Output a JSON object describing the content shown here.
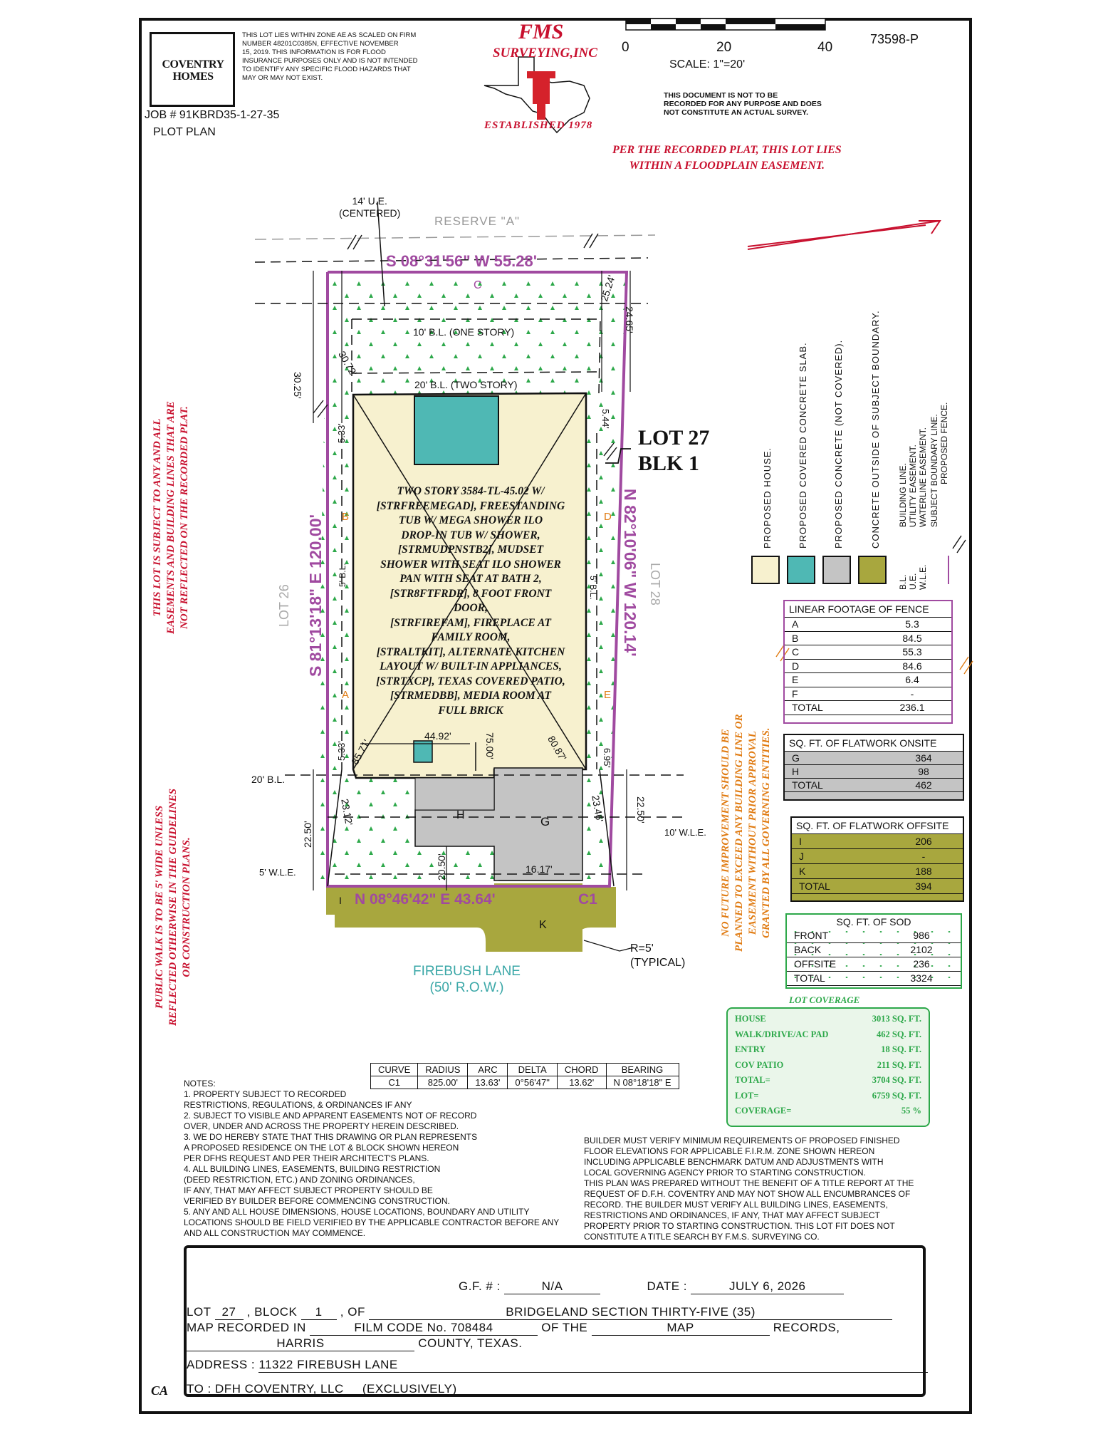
{
  "header": {
    "company_logo": "COVENTRY HOMES",
    "flood_note": [
      "THIS LOT LIES WITHIN ZONE AE AS SCALED ON FIRM",
      "NUMBER 48201C0385N, EFFECTIVE NOVEMBER",
      "15, 2019. THIS INFORMATION IS FOR FLOOD",
      "INSURANCE PURPOSES ONLY AND IS NOT INTENDED",
      "TO IDENTIFY ANY SPECIFIC FLOOD HAZARDS THAT",
      "MAY OR MAY NOT EXIST."
    ],
    "job_number": "JOB # 91KBRD35-1-27-35",
    "plan_title": "PLOT PLAN",
    "surveyor_name": "FMS",
    "surveyor_sub": "SURVEYING,INC",
    "established": "ESTABLISHED 1978",
    "scale_ticks": [
      "0",
      "20",
      "40"
    ],
    "scale_label": "SCALE:  1\"=20'",
    "doc_number": "73598-P",
    "not_recorded_note": [
      "THIS DOCUMENT IS NOT TO BE",
      "RECORDED FOR ANY PURPOSE AND DOES",
      "NOT CONSTITUTE AN ACTUAL SURVEY."
    ],
    "floodplain_note": [
      "PER THE RECORDED PLAT, THIS LOT LIES",
      "WITHIN A FLOODPLAIN EASEMENT."
    ]
  },
  "plan": {
    "ue_label": [
      "14' U.E.",
      "(CENTERED)"
    ],
    "reserve": "RESERVE \"A\"",
    "top_bearing": "S 08°31'56\" W  55.28'",
    "bottom_bearing": "N 08°46'42\" E  43.64'",
    "left_bearing": "S 81°13'18\" E  120.00'",
    "right_bearing": "N 82°10'06\" W  120.14'",
    "bl_one_story": "10' B.L. (ONE STORY)",
    "bl_two_story": "20' B.L. (TWO STORY)",
    "lot_label": "LOT  27",
    "blk_label": "BLK  1",
    "lot_left": "LOT    26",
    "lot_right": "LOT    28",
    "house_description": [
      "TWO STORY 3584-TL-45.02 W/",
      "[STRFREEMEGAD], FREESTANDING",
      "TUB W/ MEGA SHOWER ILO",
      "DROP-IN TUB W/ SHOWER,",
      "[STRMUDPNSTB2], MUDSET",
      "SHOWER WITH SEAT ILO SHOWER",
      "PAN WITH SEAT AT BATH 2,",
      "[STR8FTFRDR], 8 FOOT FRONT",
      "DOOR,",
      "[STRFIREFAM], FIREPLACE AT",
      "FAMILY ROOM,",
      "[STRALTKIT], ALTERNATE KITCHEN",
      "LAYOUT W/ BUILT-IN APPLIANCES,",
      "[STRTXCP], TEXAS COVERED PATIO,",
      "[STRMEDBB], MEDIA ROOM AT",
      "FULL BRICK"
    ],
    "dims": {
      "d3025": "30.25'",
      "d3072": "30.72'",
      "d2524": "25.24'",
      "d2465": "24.65'",
      "d533a": "5.33'",
      "d544": "5.44'",
      "d533b": "5.33'",
      "d695": "6.95'",
      "d4492": "44.92'",
      "d7500": "75.00'",
      "d8571": "85.71'",
      "d8087": "80.87'",
      "d2312": "23.12'",
      "d2346": "23.46'",
      "d2250a": "22.50'",
      "d2250b": "22.50'",
      "d2050": "20.50'",
      "d1617": "16.17'",
      "bl5a": "5' B.L.",
      "bl5b": "5' B.L."
    },
    "labels": {
      "A": "A",
      "B": "B",
      "C": "C",
      "D": "D",
      "E": "E",
      "G": "G",
      "H": "H",
      "I": "I",
      "K": "K",
      "C1": "C1"
    },
    "bl20": "20' B.L.",
    "wle10": "10' W.L.E.",
    "wle5": "5' W.L.E.",
    "radius": [
      "R=5'",
      "(TYPICAL)"
    ],
    "street": [
      "FIREBUSH LANE",
      "(50' R.O.W.)"
    ]
  },
  "side_notes": {
    "left_red": [
      "THIS LOT IS SUBJECT TO ANY AND ALL",
      "EASEMENTS AND BUILDING LINES THAT ARE",
      "NOT REFLECTED ON THE RECORDED PLAT."
    ],
    "left_red_bottom": [
      "PUBLIC WALK IS TO BE 5' WIDE UNLESS",
      "REFLECTED OTHERWISE IN THE GUIDELINES",
      "OR CONSTRUCTION PLANS."
    ],
    "orange": [
      "NO FUTURE IMPROVEMENT SHOULD BE",
      "PLANNED TO EXCEED ANY BUILDING LINE OR",
      "EASEMENT WITHOUT PRIOR APPROVAL",
      "GRANTED BY ALL GOVERNING ENTITIES."
    ]
  },
  "legend": {
    "items": [
      "PROPOSED HOUSE.",
      "PROPOSED COVERED CONCRETE SLAB.",
      "PROPOSED CONCRETE (NOT COVERED).",
      "CONCRETE OUTSIDE OF SUBJECT BOUNDARY."
    ],
    "abbr": [
      "B.L.",
      "U.E.",
      "W.L.E."
    ],
    "abbr_desc": [
      "BUILDING LINE.",
      "UTILITY EASEMENT.",
      "WATERLINE EASEMENT."
    ],
    "lines": [
      "SUBJECT BOUNDARY LINE.",
      "PROPOSED FENCE."
    ],
    "colors": {
      "house": "#f7f1cf",
      "covered": "#4fb8b4",
      "concrete": "#c4c4c4",
      "offsite": "#a8a73e",
      "boundary": "#a04aa0"
    }
  },
  "fence_table": {
    "title": "LINEAR FOOTAGE OF FENCE",
    "rows": [
      [
        "A",
        "5.3"
      ],
      [
        "B",
        "84.5"
      ],
      [
        "C",
        "55.3"
      ],
      [
        "D",
        "84.6"
      ],
      [
        "E",
        "6.4"
      ],
      [
        "F",
        "-"
      ],
      [
        "TOTAL",
        "236.1"
      ]
    ]
  },
  "flatwork_onsite": {
    "title": "SQ. FT. OF FLATWORK ONSITE",
    "rows": [
      [
        "G",
        "364"
      ],
      [
        "H",
        "98"
      ],
      [
        "TOTAL",
        "462"
      ]
    ]
  },
  "flatwork_offsite": {
    "title": "SQ. FT. OF FLATWORK OFFSITE",
    "rows": [
      [
        "I",
        "206"
      ],
      [
        "J",
        "-"
      ],
      [
        "K",
        "188"
      ],
      [
        "TOTAL",
        "394"
      ]
    ]
  },
  "sod_table": {
    "title": "SQ. FT. OF SOD",
    "rows": [
      [
        "FRONT",
        "986"
      ],
      [
        "BACK",
        "2102"
      ],
      [
        "OFFSITE",
        "236"
      ],
      [
        "TOTAL",
        "3324"
      ]
    ]
  },
  "lot_coverage": {
    "title": "LOT COVERAGE",
    "rows": [
      [
        "HOUSE",
        "3013 SQ. FT."
      ],
      [
        "WALK/DRIVE/AC PAD",
        "462 SQ. FT."
      ],
      [
        "ENTRY",
        "18 SQ. FT."
      ],
      [
        "COV PATIO",
        "211 SQ. FT."
      ],
      [
        "TOTAL=",
        "3704 SQ. FT."
      ],
      [
        "LOT=",
        "6759 SQ. FT."
      ],
      [
        "COVERAGE=",
        "55 %"
      ]
    ]
  },
  "curve_table": {
    "headers": [
      "CURVE",
      "RADIUS",
      "ARC",
      "DELTA",
      "CHORD",
      "BEARING"
    ],
    "row": [
      "C1",
      "825.00'",
      "13.63'",
      "0°56'47\"",
      "13.62'",
      "N 08°18'18\" E"
    ]
  },
  "notes": [
    "NOTES:",
    "1. PROPERTY SUBJECT TO RECORDED",
    "RESTRICTIONS, REGULATIONS, & ORDINANCES IF ANY",
    "2. SUBJECT TO VISIBLE AND APPARENT EASEMENTS NOT OF RECORD",
    "OVER, UNDER AND ACROSS THE PROPERTY HEREIN DESCRIBED.",
    "3. WE DO HEREBY STATE THAT THIS DRAWING OR PLAN REPRESENTS",
    "A PROPOSED RESIDENCE ON THE LOT & BLOCK SHOWN HEREON",
    "PER DFHS REQUEST AND PER THEIR ARCHITECT'S PLANS.",
    "4. ALL BUILDING LINES, EASEMENTS, BUILDING RESTRICTION",
    "(DEED RESTRICTION, ETC.) AND ZONING ORDINANCES,",
    "IF ANY, THAT MAY AFFECT SUBJECT PROPERTY SHOULD BE",
    "VERIFIED BY BUILDER BEFORE COMMENCING CONSTRUCTION.",
    "5. ANY AND ALL HOUSE DIMENSIONS, HOUSE LOCATIONS, BOUNDARY AND UTILITY",
    "LOCATIONS SHOULD BE FIELD VERIFIED BY THE APPLICABLE CONTRACTOR BEFORE ANY",
    "AND ALL CONSTRUCTION MAY COMMENCE."
  ],
  "builder_note": [
    "BUILDER MUST VERIFY MINIMUM REQUIREMENTS OF PROPOSED FINISHED",
    "FLOOR ELEVATIONS FOR APPLICABLE F.I.R.M. ZONE SHOWN HEREON",
    "INCLUDING APPLICABLE BENCHMARK DATUM AND ADJUSTMENTS WITH",
    "LOCAL GOVERNING AGENCY PRIOR TO STARTING CONSTRUCTION.",
    "THIS PLAN WAS PREPARED WITHOUT THE BENEFIT OF A TITLE REPORT AT THE",
    "REQUEST OF D.F.H. COVENTRY AND MAY NOT SHOW ALL ENCUMBRANCES OF",
    "RECORD. THE BUILDER MUST VERIFY ALL BUILDING LINES, EASEMENTS,",
    "RESTRICTIONS AND ORDINANCES, IF ANY, THAT MAY AFFECT SUBJECT",
    "PROPERTY PRIOR TO STARTING CONSTRUCTION. THIS LOT FIT DOES NOT",
    "CONSTITUTE A TITLE SEARCH BY F.M.S. SURVEYING CO."
  ],
  "title_block": {
    "gf_label": "G.F. # :",
    "gf": "N/A",
    "date_label": "DATE :",
    "date": "JULY 6, 2026",
    "lot_label": "LOT",
    "lot": "27",
    "block_label": ", BLOCK",
    "block": "1",
    "of_label": ", OF",
    "subdivision": "BRIDGELAND SECTION THIRTY-FIVE (35)",
    "map_label": "MAP RECORDED IN",
    "film": "FILM CODE No. 708484",
    "of_the": "OF THE",
    "map": "MAP",
    "records": "RECORDS,",
    "county": "HARRIS",
    "county_suffix": "COUNTY, TEXAS.",
    "address_label": "ADDRESS :",
    "address": "11322 FIREBUSH LANE",
    "to_label": "TO :",
    "to": "DFH COVENTRY, LLC",
    "to_suffix": "(EXCLUSIVELY)",
    "initials": "CA"
  }
}
